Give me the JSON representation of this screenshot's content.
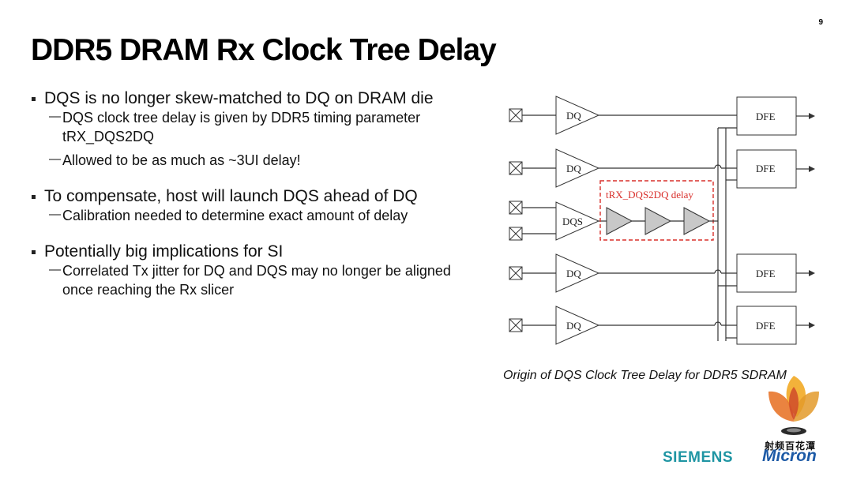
{
  "slide": {
    "page_number": "9",
    "title": "DDR5 DRAM Rx Clock Tree Delay"
  },
  "bullets": [
    {
      "text": "DQS is no longer skew-matched to DQ on DRAM die",
      "sub": [
        "DQS clock tree delay is given by DDR5 timing parameter tRX_DQS2DQ",
        "Allowed to be as much as ~3UI delay!"
      ]
    },
    {
      "text": "To compensate, host will launch DQS ahead of DQ",
      "sub": [
        "Calibration needed to determine exact amount of delay"
      ]
    },
    {
      "text": "Potentially big implications for SI",
      "sub": [
        "Correlated Tx jitter for DQ and DQS may no longer be aligned once reaching the Rx slicer"
      ]
    }
  ],
  "diagram": {
    "dq_label": "DQ",
    "dqs_label": "DQS",
    "dfe_label": "DFE",
    "delay_label": "tRX_DQS2DQ delay",
    "delay_color": "#d9302c"
  },
  "caption": "Origin of DQS Clock Tree Delay for DDR5 SDRAM",
  "logos": {
    "watermark_text": "射频百花潭",
    "siemens": "SIEMENS",
    "micron": "Micron",
    "siemens_color": "#1f95a3",
    "micron_color": "#1d5aa6"
  }
}
